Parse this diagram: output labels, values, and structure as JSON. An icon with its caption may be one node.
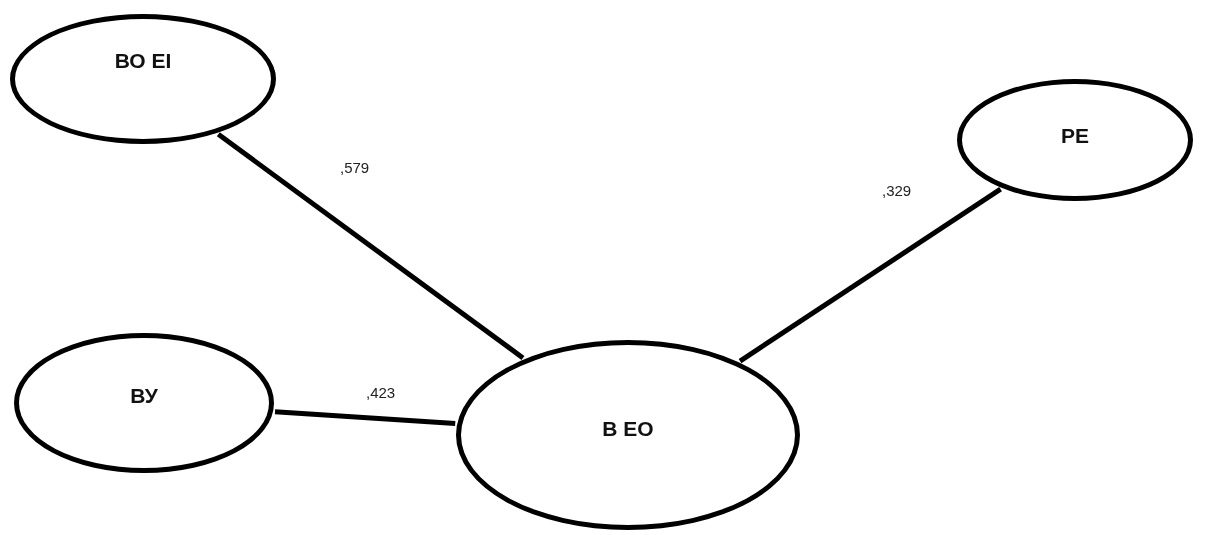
{
  "diagram": {
    "nodes": [
      {
        "text": [
          "ВО ЕІ"
        ]
      },
      {
        "text": [
          "РЕ"
        ]
      },
      {
        "text": [
          "ВУ"
        ]
      },
      {
        "text": [
          "В ЕО"
        ]
      }
    ],
    "edges": [
      {
        "from": 0,
        "to": 3,
        "arrow": "none",
        "label": ",579"
      },
      {
        "from": 1,
        "to": 3,
        "arrow": "none",
        "label": ",329"
      },
      {
        "from": 2,
        "to": 3,
        "arrow": "none",
        "label": ",423"
      }
    ]
  }
}
